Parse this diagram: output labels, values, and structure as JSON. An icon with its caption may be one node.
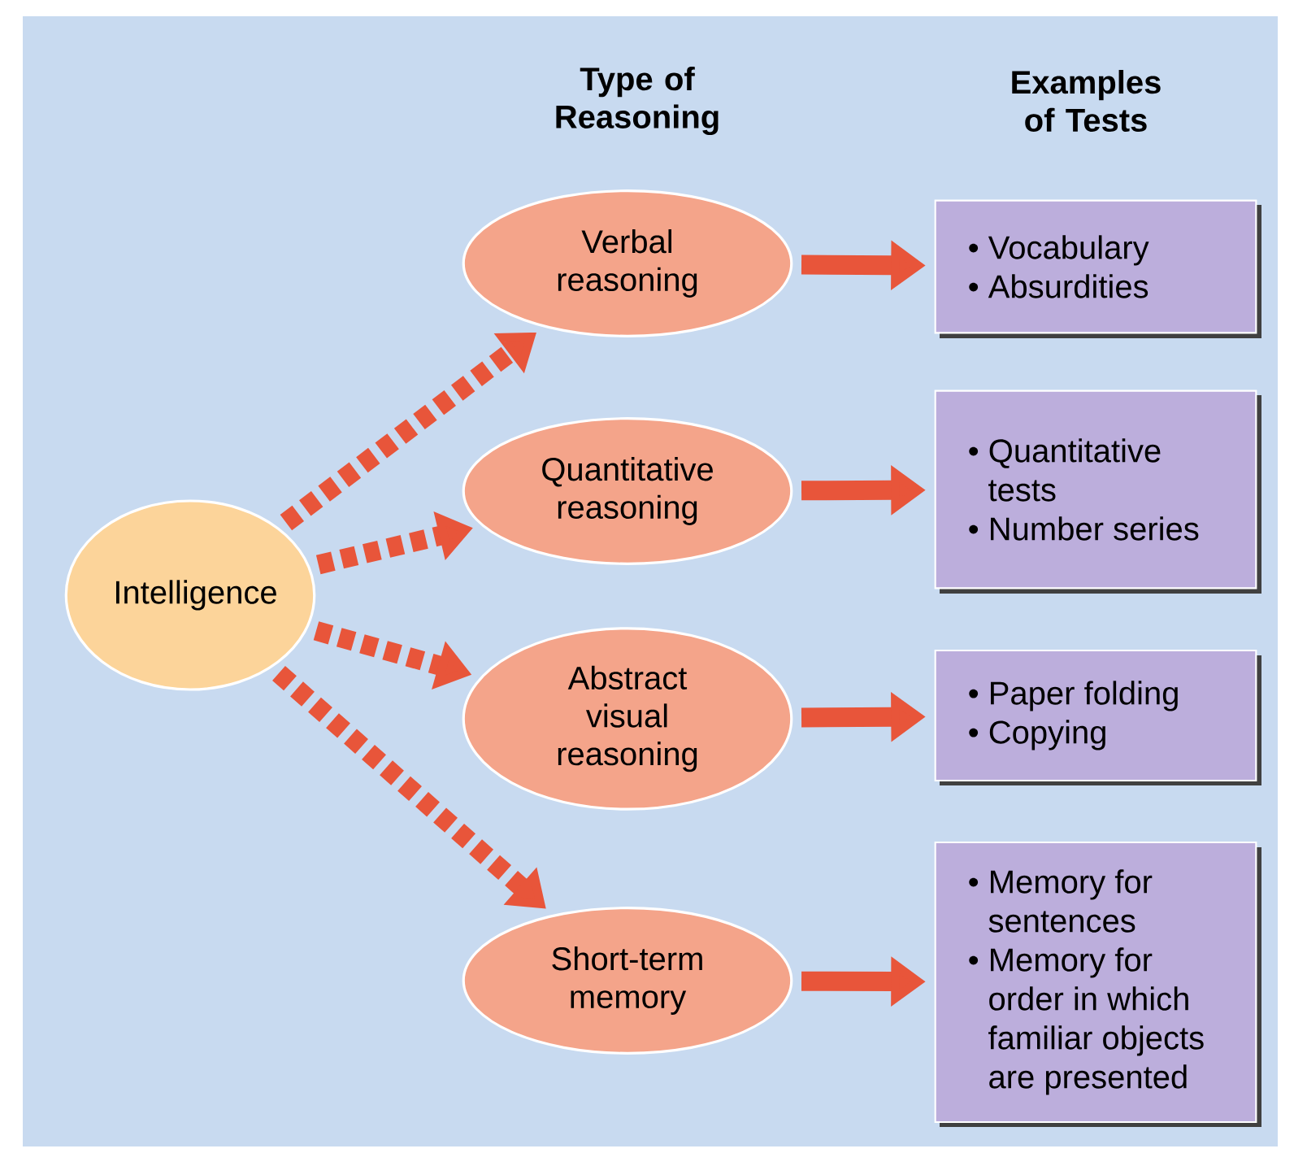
{
  "diagram": {
    "nodes": [
      {
        "text": [
          "Intelligence"
        ]
      },
      {
        "text": [
          "Verbal reasoning"
        ]
      },
      {
        "text": [
          "Quantitative reasoning"
        ]
      },
      {
        "text": [
          "Abstract visual reasoning"
        ]
      },
      {
        "text": [
          "Short-term memory"
        ]
      },
      {
        "text": [
          "• Vocabulary",
          "• Absurdities"
        ]
      },
      {
        "text": [
          "• Quantitative tests",
          "• Number series"
        ]
      },
      {
        "text": [
          "• Paper folding",
          "• Copying"
        ]
      },
      {
        "text": [
          "• Memory for sentences",
          "• Memory for order in which familiar objects are presented"
        ]
      }
    ],
    "edges": [
      {
        "from": 0,
        "to": 1,
        "arrow": "to",
        "style": "dashed"
      },
      {
        "from": 0,
        "to": 2,
        "arrow": "to",
        "style": "dashed"
      },
      {
        "from": 0,
        "to": 3,
        "arrow": "to",
        "style": "dashed"
      },
      {
        "from": 0,
        "to": 4,
        "arrow": "to",
        "style": "dashed"
      },
      {
        "from": 1,
        "to": 5,
        "arrow": "to"
      },
      {
        "from": 2,
        "to": 6,
        "arrow": "to"
      },
      {
        "from": 3,
        "to": 7,
        "arrow": "to"
      },
      {
        "from": 4,
        "to": 8,
        "arrow": "to"
      }
    ],
    "labels": [
      "Type of Reasoning",
      "Examples of Tests"
    ]
  }
}
